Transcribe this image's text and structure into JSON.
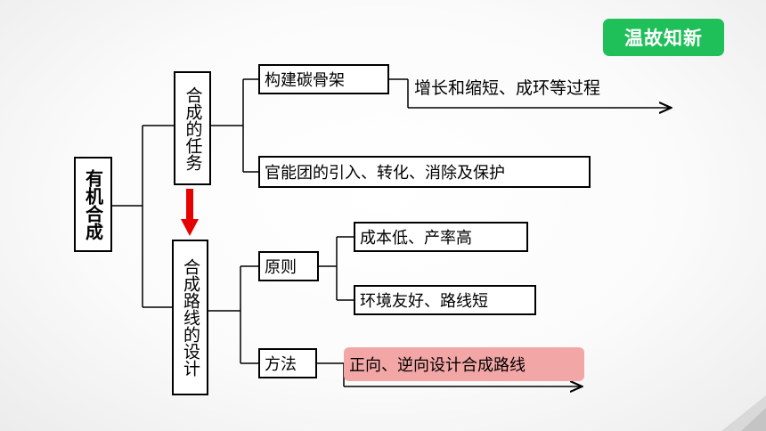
{
  "badge": "温故知新",
  "root": "有机合成",
  "task": {
    "label": "合成的任务",
    "items": [
      "构建碳骨架",
      "官能团的引入、转化、消除及保护"
    ],
    "detail": "增长和缩短、成环等过程"
  },
  "route": {
    "label": "合成路线的设计",
    "principle": {
      "label": "原则",
      "items": [
        "成本低、产率高",
        "环境友好、路线短"
      ]
    },
    "method": {
      "label": "方法",
      "detail": "正向、逆向设计合成路线"
    }
  },
  "colors": {
    "accent": "#1fbf5a",
    "arrow": "#e60000",
    "highlight": "#f3a6a6"
  }
}
